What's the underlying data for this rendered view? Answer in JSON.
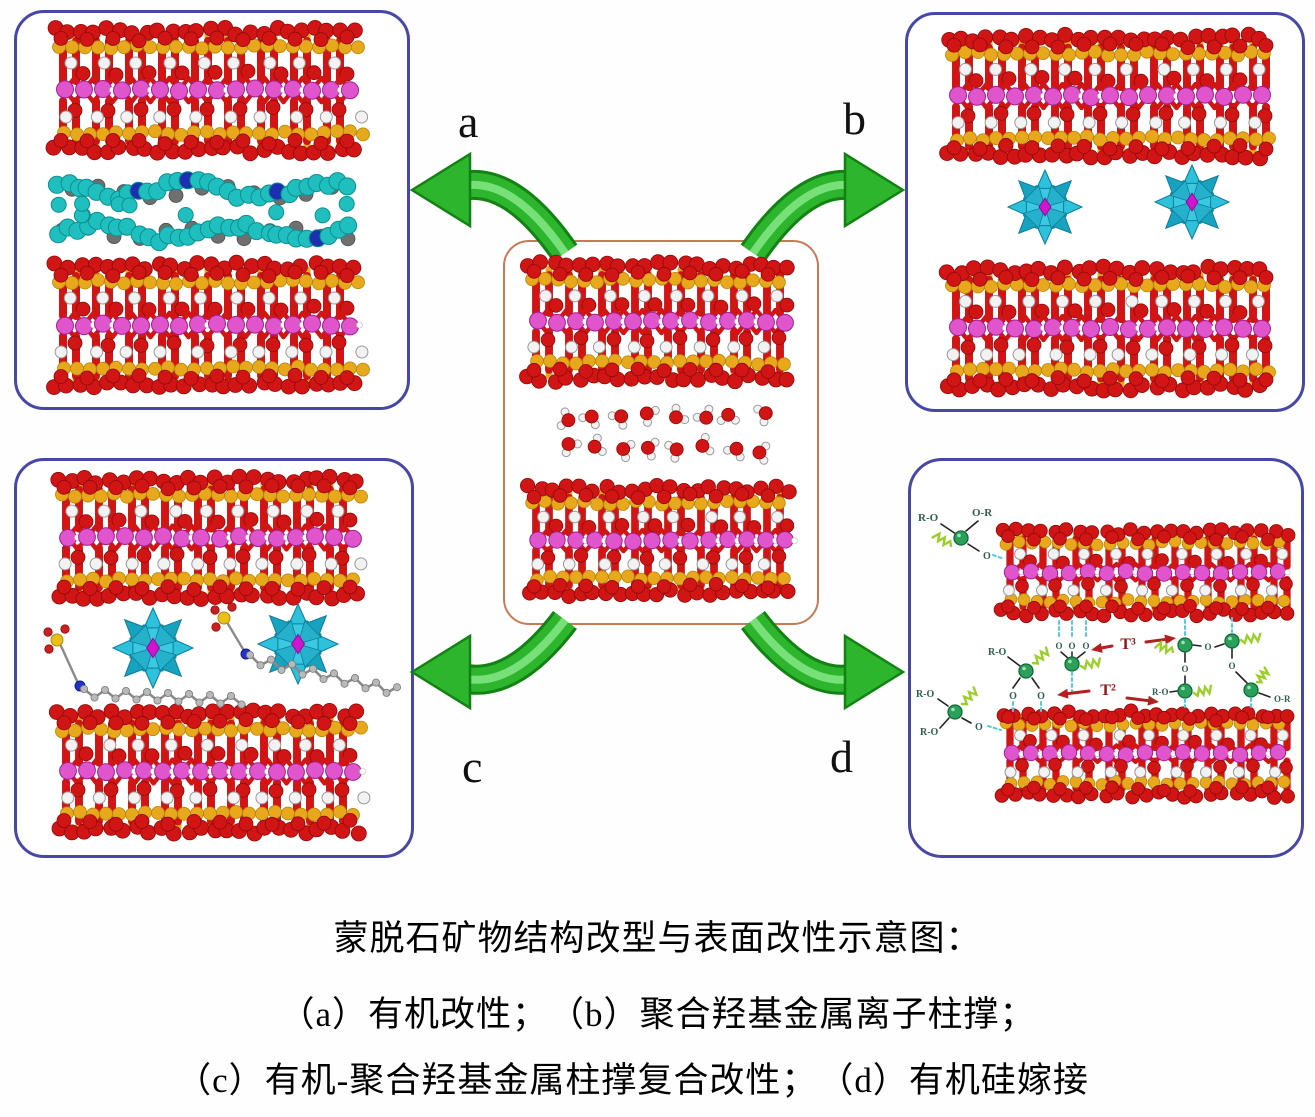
{
  "figure": {
    "type": "schematic-diagram",
    "subject": "montmorillonite structure modification",
    "panel_labels": {
      "a": "a",
      "b": "b",
      "c": "c",
      "d": "d"
    },
    "panels": {
      "a": {
        "label": "a",
        "content": "clay layers with intercalated organic molecules"
      },
      "b": {
        "label": "b",
        "content": "clay layers with polyhydroxy metal ion pillars (Keggin clusters)"
      },
      "center": {
        "content": "pristine montmorillonite with interlayer water"
      },
      "c": {
        "label": "c",
        "content": "clay layers with organic chains and Keggin pillars"
      },
      "d": {
        "label": "d",
        "content": "organosilane grafting scheme",
        "annotations": {
          "t3": "T³",
          "t2": "T²",
          "ro": "R-O",
          "or": "O-R",
          "o": "O"
        }
      }
    }
  },
  "caption": {
    "line1": "蒙脱石矿物结构改型与表面改性示意图：",
    "line2": "（a）有机改性；　（b）聚合羟基金属离子柱撑；",
    "line3": "（c）有机-聚合羟基金属柱撑复合改性；　（d）有机硅嫁接"
  },
  "colors": {
    "panel_border": "#4747a8",
    "center_border": "#c87a55",
    "arrow_green": "#2db52d",
    "arrow_green_dark": "#128212",
    "arrow_green_light": "#86e886",
    "clay_red": "#d11414",
    "clay_red_dark": "#8e0b0b",
    "clay_yellow": "#e7a81c",
    "clay_yellow_dark": "#b8860b",
    "clay_magenta": "#e055cc",
    "clay_magenta_dark": "#a02090",
    "atom_white": "#f2f2f2",
    "atom_white_edge": "#9a9a9a",
    "organic_cyan": "#1fbfbf",
    "organic_cyan_dark": "#0d8f8f",
    "organic_navy": "#1c2fb0",
    "organic_gray": "#6f6f6f",
    "cluster_cyan": "#2ec1dc",
    "cluster_mid": "#17a3c0",
    "cluster_dark": "#0c7e99",
    "cluster_center": "#cf15cf",
    "silicon_green": "#2aa05a",
    "silicon_green_dark": "#0e6b34",
    "squiggle_green": "#9ccf2a",
    "dash_cyan": "#58c8e0",
    "annot_text": "#2f5f50",
    "annot_red": "#8e1616",
    "red_arrow": "#b32020",
    "chain_gray": "#8a8a8a",
    "chain_node": "#b9b9b9",
    "head_yellow": "#e8c018",
    "head_red": "#cc2020",
    "n_blue": "#2233cc",
    "bond_black": "#222222"
  }
}
